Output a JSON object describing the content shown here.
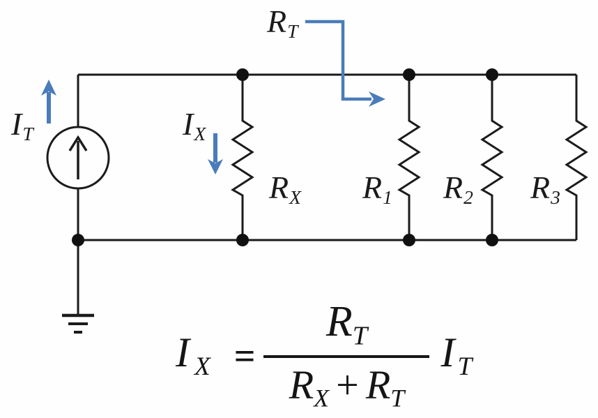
{
  "diagram": {
    "type": "circuit-schematic",
    "description": "Current divider: current source IT feeding parallel resistors RX, R1, R2, R3; RT is the combined resistance of R1..R3"
  },
  "colors": {
    "wire": "#1b1b1b",
    "accent_blue": "#4a7cba",
    "background": "#fefefe"
  },
  "icons": {
    "current_source_arrow": "up-arrow",
    "it_direction_arrow": "up-arrow",
    "ix_direction_arrow": "down-arrow",
    "rt_pointer_arrow": "elbow-right-arrow",
    "ground": "earth-ground",
    "junction": "filled-dot"
  },
  "labels": {
    "i_t": {
      "main": "I",
      "sub": "T"
    },
    "i_x": {
      "main": "I",
      "sub": "X"
    },
    "r_t": {
      "main": "R",
      "sub": "T"
    },
    "r_x": {
      "main": "R",
      "sub": "X"
    },
    "r_1": {
      "main": "R",
      "sub": "1"
    },
    "r_2": {
      "main": "R",
      "sub": "2"
    },
    "r_3": {
      "main": "R",
      "sub": "3"
    }
  },
  "formula": {
    "lhs": {
      "main": "I",
      "sub": "X"
    },
    "equals": "=",
    "numerator": {
      "main": "R",
      "sub": "T"
    },
    "denominator": {
      "left_main": "R",
      "left_sub": "X",
      "plus": "+",
      "right_main": "R",
      "right_sub": "T"
    },
    "rhs": {
      "main": "I",
      "sub": "T"
    }
  }
}
